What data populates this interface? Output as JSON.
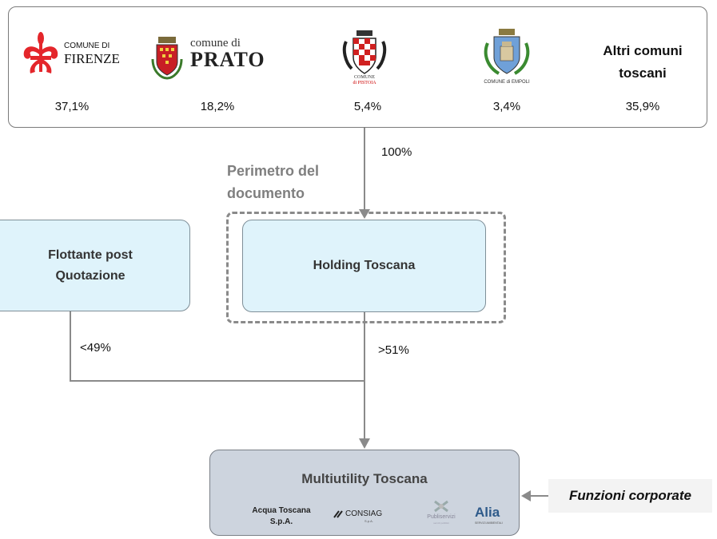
{
  "shareholders": [
    {
      "logo_line1": "COMUNE DI",
      "logo_line2": "FIRENZE",
      "pct": "37,1%"
    },
    {
      "logo_line1": "comune di",
      "logo_line2": "PRATO",
      "pct": "18,2%"
    },
    {
      "logo_line1": "COMUNE",
      "logo_line2": "di PISTOIA",
      "pct": "5,4%"
    },
    {
      "logo_line1": "COMUNE di EMPOLI",
      "pct": "3,4%"
    },
    {
      "name": "Altri comuni toscani",
      "pct": "35,9%"
    }
  ],
  "arrow_top_label": "100%",
  "perimeter_label": "Perimetro del documento",
  "holding": "Holding Toscana",
  "float": "Flottante post Quotazione",
  "float_share": "<49%",
  "holding_share": ">51%",
  "multiutility": {
    "name": "Multiutility Toscana",
    "companies": [
      "Acqua Toscana S.p.A.",
      "CONSIAG",
      "Publiservizi",
      "Alia"
    ],
    "alia_tagline": "SERVIZI AMBIENTALI",
    "consiag_tagline": "S.p.A.",
    "publiservizi_tagline": "servizi pubblici"
  },
  "corporate_functions": "Funzioni corporate",
  "colors": {
    "florence_red": "#e4262b",
    "prato_red": "#c81e25",
    "alia_green": "#8cc63f"
  }
}
